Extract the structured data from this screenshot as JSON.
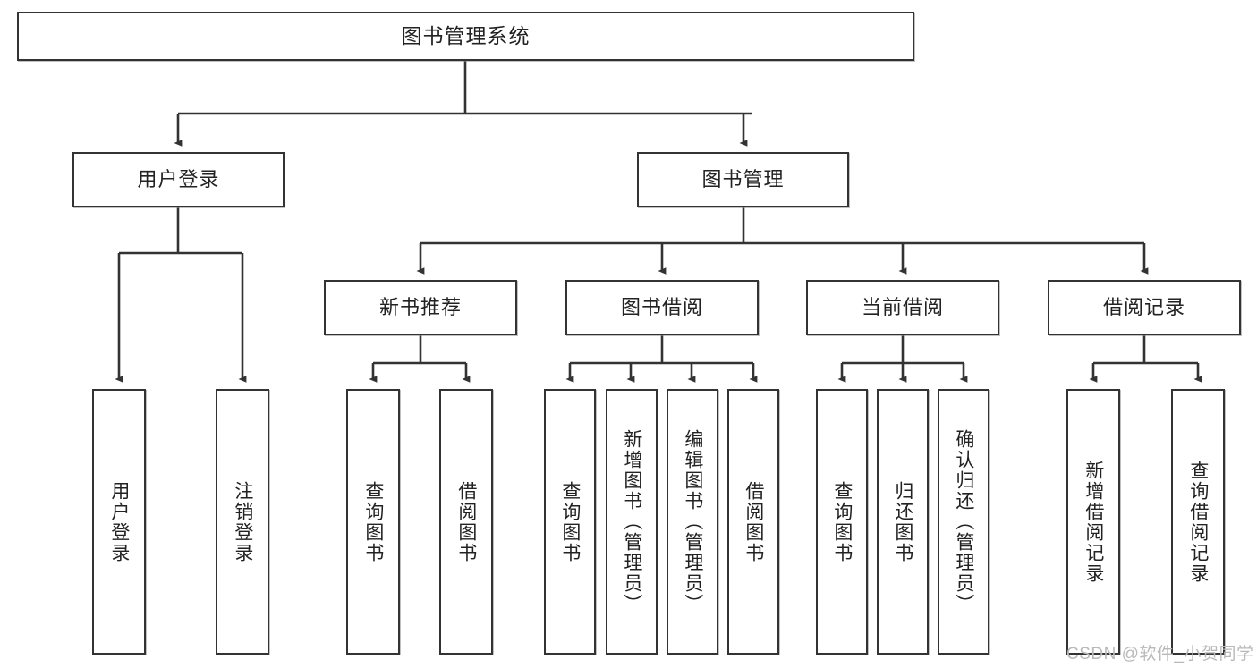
{
  "diagram": {
    "title": "图书管理系统",
    "type": "tree-hierarchy-diagram",
    "colors": {
      "node_border": "#333333",
      "node_fill": "#ffffff",
      "edge": "#333333",
      "background": "#ffffff",
      "watermark": "#b9b9b9"
    },
    "levels": {
      "root": {
        "label": "图书管理系统"
      },
      "level2": [
        {
          "label": "用户登录"
        },
        {
          "label": "图书管理"
        }
      ],
      "level3": [
        {
          "label": "新书推荐"
        },
        {
          "label": "图书借阅"
        },
        {
          "label": "当前借阅"
        },
        {
          "label": "借阅记录"
        }
      ],
      "leaves": {
        "user_login": [
          {
            "label": "用户登录"
          },
          {
            "label": "注销登录"
          }
        ],
        "new_book_recommend": [
          {
            "label": "查询图书"
          },
          {
            "label": "借阅图书"
          }
        ],
        "book_borrow": [
          {
            "label": "查询图书"
          },
          {
            "label": "新增图书（管理员）"
          },
          {
            "label": "编辑图书（管理员）"
          },
          {
            "label": "借阅图书"
          }
        ],
        "current_borrow": [
          {
            "label": "查询图书"
          },
          {
            "label": "归还图书"
          },
          {
            "label": "确认归还（管理员）"
          }
        ],
        "borrow_record": [
          {
            "label": "新增借阅记录"
          },
          {
            "label": "查询借阅记录"
          }
        ]
      }
    }
  },
  "watermark": {
    "text": "CSDN @软件_小贺同学"
  }
}
